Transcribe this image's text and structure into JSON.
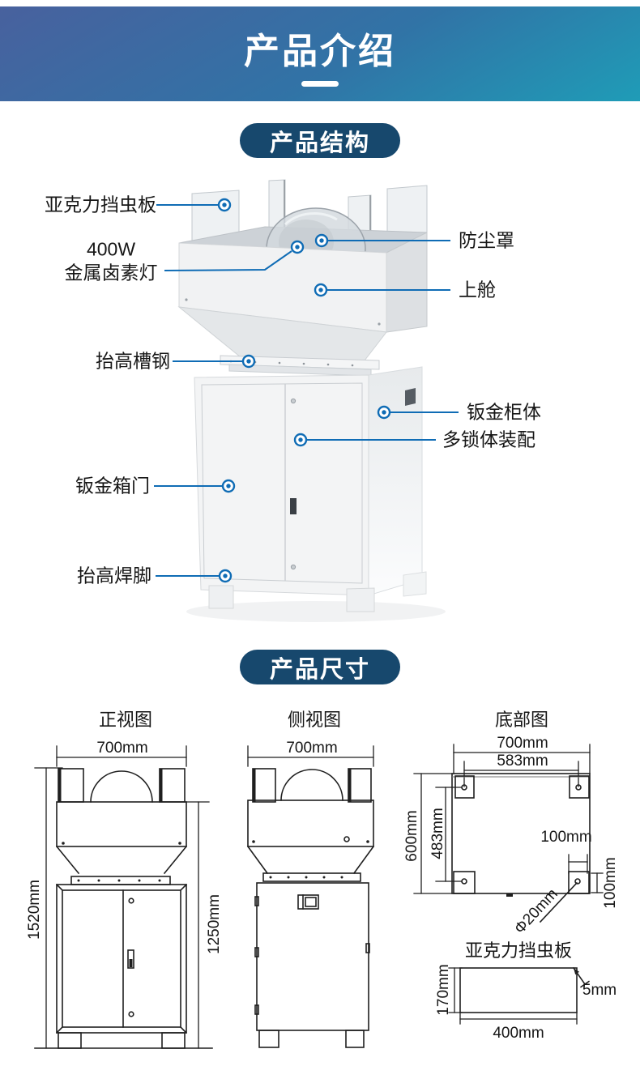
{
  "banner": {
    "title": "产品介绍"
  },
  "sections": {
    "structure": "产品结构",
    "dimensions": "产品尺寸"
  },
  "callouts": {
    "acrylic": "亚克力挡虫板",
    "lamp_line1": "400W",
    "lamp_line2": "金属卤素灯",
    "dust_cover": "防尘罩",
    "upper_cabin": "上舱",
    "channel_steel": "抬高槽钢",
    "cabinet_body": "钣金柜体",
    "multi_lock": "多锁体装配",
    "cabinet_door": "钣金箱门",
    "weld_feet": "抬高焊脚"
  },
  "front_view": {
    "title": "正视图",
    "width": "700mm",
    "total_height": "1520mm",
    "upper_height": "1250mm"
  },
  "side_view": {
    "title": "侧视图",
    "width": "700mm"
  },
  "bottom_view": {
    "title": "底部图",
    "width": "700mm",
    "bolt_span_width": "583mm",
    "depth": "600mm",
    "bolt_span_depth": "483mm",
    "pad_width": "100mm",
    "pad_depth": "100mm",
    "hole_diameter": "Φ20mm"
  },
  "board_detail": {
    "title": "亚克力挡虫板",
    "height": "170mm",
    "width": "400mm",
    "thickness": "5mm"
  },
  "colors": {
    "banner-top": "#48619e",
    "banner-bottom": "#1f9cb7",
    "pill-bg": "#17486d",
    "callout": "#0f6cb5",
    "ink": "#1f1f1f"
  }
}
